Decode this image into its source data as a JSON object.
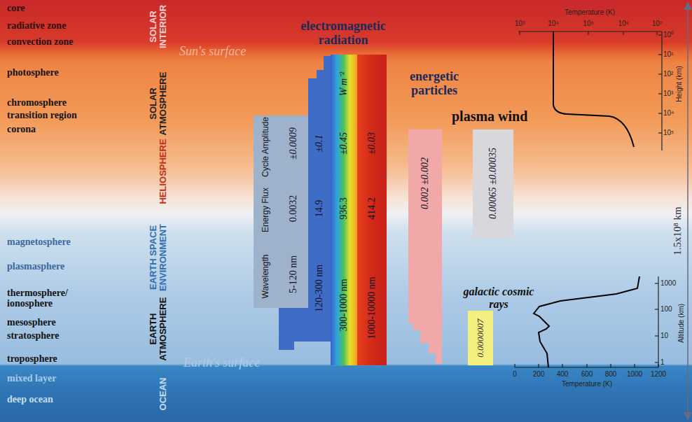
{
  "diagram": {
    "nodes": [
      {
        "text": [
          "5-120 nm",
          "0.0032",
          "±0.0009"
        ]
      },
      {
        "text": [
          "120-300 nm",
          "14.9",
          "±0.1"
        ]
      },
      {
        "text": [
          "300-1000 nm",
          "936.3",
          "±0.45",
          "W m⁻²"
        ]
      },
      {
        "text": [
          "1000-10000 nm",
          "414.2",
          "±0.03"
        ]
      },
      {
        "text": [
          "0.002 ±0.002"
        ]
      },
      {
        "text": [
          "0.00065 ±0.00035"
        ]
      },
      {
        "text": [
          "0.0000007"
        ]
      }
    ],
    "labels": [
      "core",
      "radiative zone",
      "convection zone",
      "photosphere",
      "chromosphere",
      "transition region",
      "corona",
      "magnetosphere",
      "plasmasphere",
      "thermosphere/ ionosphere",
      "mesosphere",
      "stratosphere",
      "troposphere",
      "mixed layer",
      "deep ocean",
      "SOLAR INTERIOR",
      "SOLAR ATMOSPHERE",
      "HELIOSPHERE",
      "EARTH SPACE ENVIRONMENT",
      "EARTH ATMOSPHERE",
      "OCEAN",
      "Sun's surface",
      "Earth's surface",
      "electromagnetic radiation",
      "energetic particles",
      "plasma wind",
      "galactic cosmic rays",
      "Wavelength",
      "Energy Flux",
      "Cycle Amplitude",
      "Temperature (K)",
      "10³",
      "10⁴",
      "10⁵",
      "10⁶",
      "10⁷",
      "Height (km)",
      "10⁰",
      "10¹",
      "10²",
      "10³",
      "10⁴",
      "10⁵",
      "1.5x10⁸ km",
      "Altitude (km)",
      "1000",
      "100",
      "10",
      "1",
      "0",
      "200",
      "400",
      "600",
      "800",
      "1000",
      "1200",
      "Temperature (K)"
    ]
  }
}
